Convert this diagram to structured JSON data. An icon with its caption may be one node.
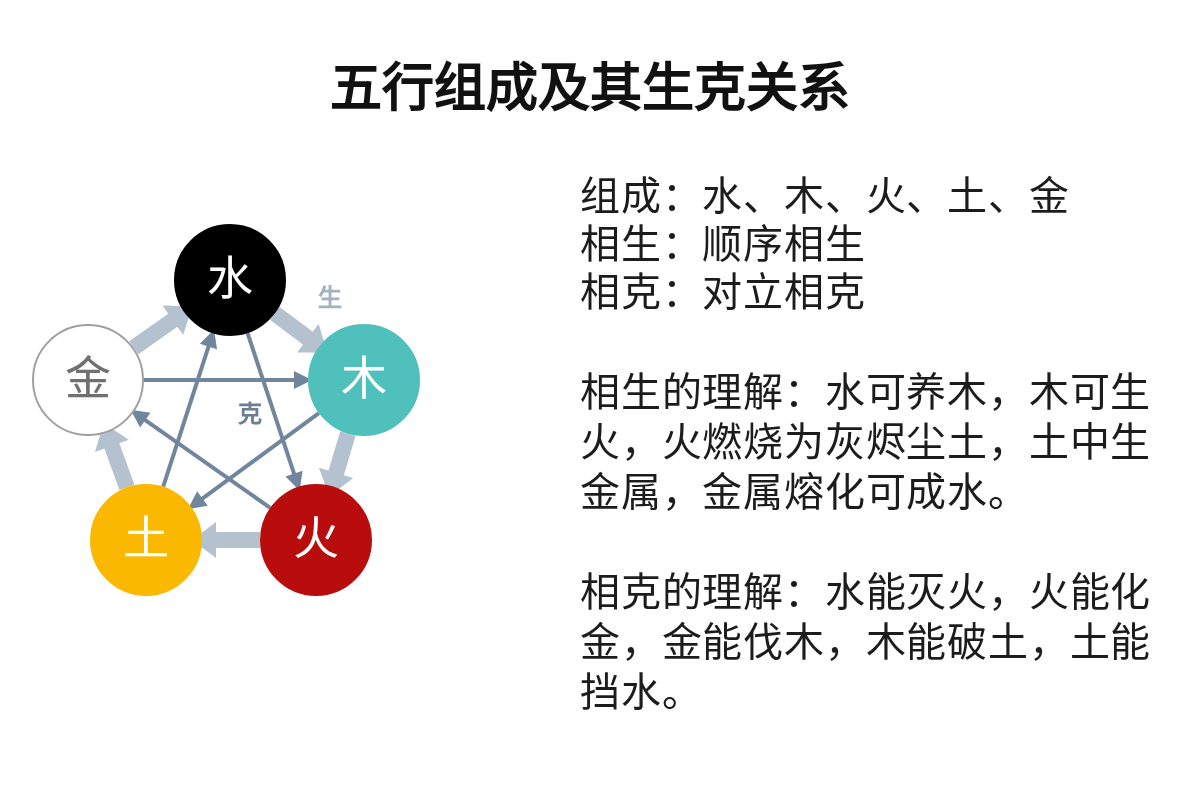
{
  "diagram": {
    "title": "五行组成及其生克关系",
    "nodes": [
      {
        "text": [
          "水"
        ]
      },
      {
        "text": [
          "金"
        ]
      },
      {
        "text": [
          "木"
        ]
      },
      {
        "text": [
          "土"
        ]
      },
      {
        "text": [
          "火"
        ]
      }
    ],
    "edges": [
      {
        "from": 0,
        "to": 2,
        "arrow": "to",
        "label": "生",
        "style": "thick",
        "color": "#b4c2d0"
      },
      {
        "from": 2,
        "to": 4,
        "arrow": "to",
        "style": "thick",
        "color": "#b4c2d0"
      },
      {
        "from": 4,
        "to": 3,
        "arrow": "to",
        "style": "thick",
        "color": "#b4c2d0"
      },
      {
        "from": 3,
        "to": 1,
        "arrow": "to",
        "style": "thick",
        "color": "#b4c2d0"
      },
      {
        "from": 1,
        "to": 0,
        "arrow": "to",
        "style": "thick",
        "color": "#b4c2d0"
      },
      {
        "from": 0,
        "to": 4,
        "arrow": "to"
      },
      {
        "from": 4,
        "to": 1,
        "arrow": "to"
      },
      {
        "from": 1,
        "to": 2,
        "arrow": "to",
        "label": "克"
      },
      {
        "from": 2,
        "to": 3,
        "arrow": "to"
      },
      {
        "from": 3,
        "to": 0,
        "arrow": "to"
      }
    ],
    "labels": [
      "组成：水、木、火、土、金",
      "相生：顺序相生",
      "相克：对立相克",
      "相生的理解：水可养木，木可生火，火燃烧为灰烬尘土，土中生金属，金属熔化可成水。",
      "相克的理解：水能灭火，火能化金，金能伐木，木能破土，土能挡水。"
    ]
  }
}
